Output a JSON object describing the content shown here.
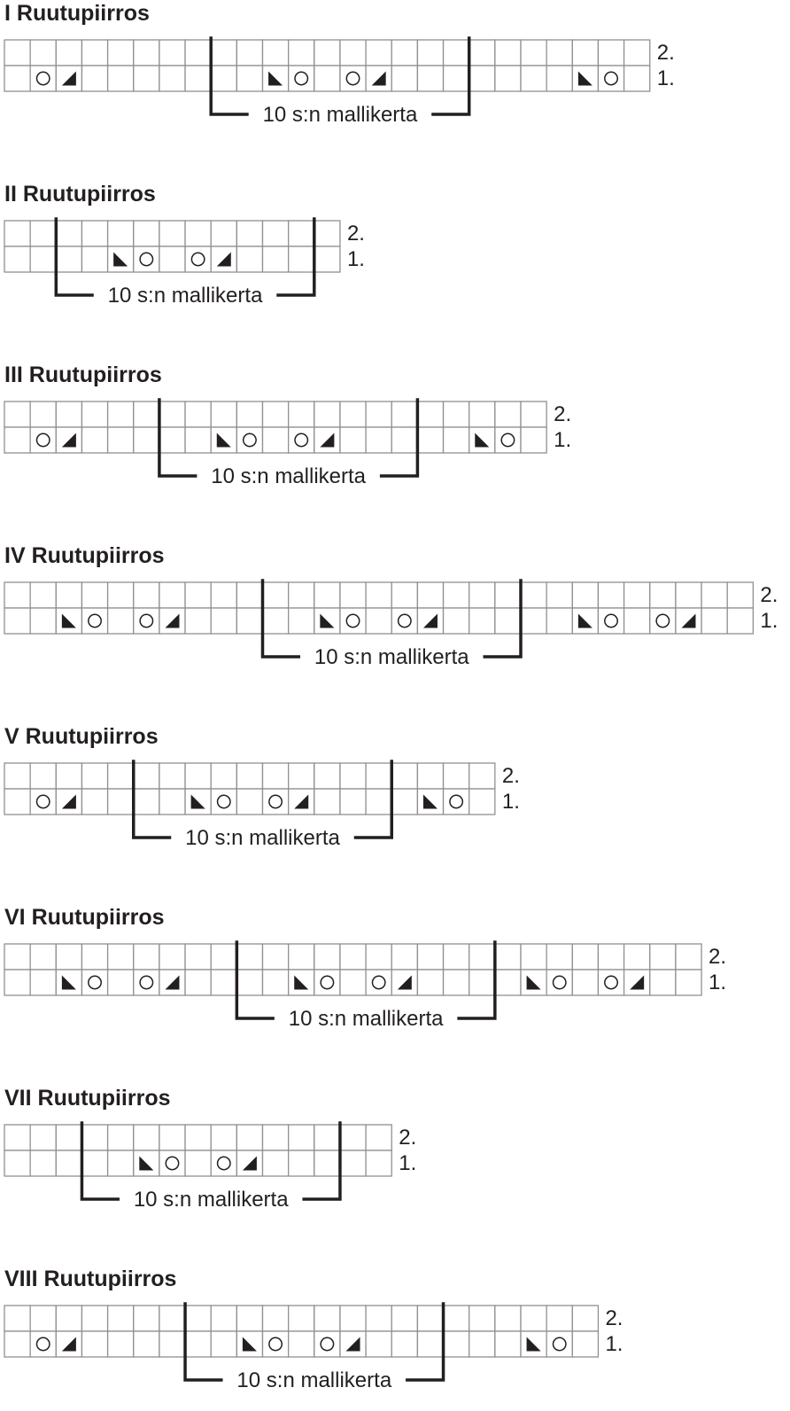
{
  "colors": {
    "ink": "#231f20",
    "grid": "#909090",
    "background": "#ffffff"
  },
  "symbols": {
    "o": "yarn-over-circle-icon",
    "r": "right-slanting-decrease-triangle-icon",
    "l": "left-slanting-decrease-triangle-icon"
  },
  "charts": [
    {
      "title": "I Ruutupiirros",
      "cols": 25,
      "repeat": [
        8,
        18
      ],
      "repeat_label": "10 s:n mallikerta",
      "rows": [
        {
          "label": "2.",
          "symbols": {}
        },
        {
          "label": "1.",
          "symbols": {
            "1": "o",
            "2": "r",
            "10": "l",
            "11": "o",
            "13": "o",
            "14": "r",
            "22": "l",
            "23": "o"
          }
        }
      ]
    },
    {
      "title": "II Ruutupiirros",
      "cols": 13,
      "repeat": [
        2,
        12
      ],
      "repeat_label": "10 s:n mallikerta",
      "rows": [
        {
          "label": "2.",
          "symbols": {}
        },
        {
          "label": "1.",
          "symbols": {
            "4": "l",
            "5": "o",
            "7": "o",
            "8": "r"
          }
        }
      ]
    },
    {
      "title": "III Ruutupiirros",
      "cols": 21,
      "repeat": [
        6,
        16
      ],
      "repeat_label": "10 s:n mallikerta",
      "rows": [
        {
          "label": "2.",
          "symbols": {}
        },
        {
          "label": "1.",
          "symbols": {
            "1": "o",
            "2": "r",
            "8": "l",
            "9": "o",
            "11": "o",
            "12": "r",
            "18": "l",
            "19": "o"
          }
        }
      ]
    },
    {
      "title": "IV Ruutupiirros",
      "cols": 29,
      "repeat": [
        10,
        20
      ],
      "repeat_label": "10 s:n mallikerta",
      "rows": [
        {
          "label": "2.",
          "symbols": {}
        },
        {
          "label": "1.",
          "symbols": {
            "2": "l",
            "3": "o",
            "5": "o",
            "6": "r",
            "12": "l",
            "13": "o",
            "15": "o",
            "16": "r",
            "22": "l",
            "23": "o",
            "25": "o",
            "26": "r"
          }
        }
      ]
    },
    {
      "title": "V Ruutupiirros",
      "cols": 19,
      "repeat": [
        5,
        15
      ],
      "repeat_label": "10 s:n mallikerta",
      "rows": [
        {
          "label": "2.",
          "symbols": {}
        },
        {
          "label": "1.",
          "symbols": {
            "1": "o",
            "2": "r",
            "7": "l",
            "8": "o",
            "10": "o",
            "11": "r",
            "16": "l",
            "17": "o"
          }
        }
      ]
    },
    {
      "title": "VI Ruutupiirros",
      "cols": 27,
      "repeat": [
        9,
        19
      ],
      "repeat_label": "10 s:n mallikerta",
      "rows": [
        {
          "label": "2.",
          "symbols": {}
        },
        {
          "label": "1.",
          "symbols": {
            "2": "l",
            "3": "o",
            "5": "o",
            "6": "r",
            "11": "l",
            "12": "o",
            "14": "o",
            "15": "r",
            "20": "l",
            "21": "o",
            "23": "o",
            "24": "r"
          }
        }
      ]
    },
    {
      "title": "VII Ruutupiirros",
      "cols": 15,
      "repeat": [
        3,
        13
      ],
      "repeat_label": "10 s:n mallikerta",
      "rows": [
        {
          "label": "2.",
          "symbols": {}
        },
        {
          "label": "1.",
          "symbols": {
            "5": "l",
            "6": "o",
            "8": "o",
            "9": "r"
          }
        }
      ]
    },
    {
      "title": "VIII Ruutupiirros",
      "cols": 23,
      "repeat": [
        7,
        17
      ],
      "repeat_label": "10 s:n mallikerta",
      "rows": [
        {
          "label": "2.",
          "symbols": {}
        },
        {
          "label": "1.",
          "symbols": {
            "1": "o",
            "2": "r",
            "9": "l",
            "10": "o",
            "12": "o",
            "13": "r",
            "20": "l",
            "21": "o"
          }
        }
      ]
    }
  ]
}
